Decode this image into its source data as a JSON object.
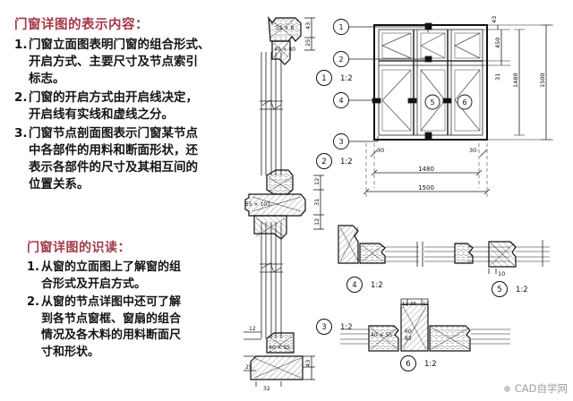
{
  "page": {
    "background": "#ffffff",
    "heading_color": "#a23a4a",
    "ink_color": "#151515",
    "line_color": "#1d1d1d"
  },
  "text_blocks": [
    {
      "id": "block-content",
      "heading": "门窗详图的表示内容：",
      "items": [
        {
          "num": "1.",
          "lines": [
            "门窗立面图表明门窗的组合形式、",
            "开启方式、主要尺寸及节点索引",
            "标志。"
          ]
        },
        {
          "num": "2.",
          "lines": [
            "门窗的开启方式由开启线决定，",
            "开启线有实线和虚线之分。"
          ]
        },
        {
          "num": "3.",
          "lines": [
            "门窗节点剖面图表示门窗某节点",
            "中各部件的用料和断面形状，还",
            "表示各部件的尺寸及其相互间的",
            "位置关系。"
          ]
        }
      ]
    },
    {
      "id": "block-reading",
      "heading": "门窗详图的识读：",
      "items": [
        {
          "num": "1.",
          "lines": [
            "从窗的立面图上了解窗的组",
            "合形式及开启方式。"
          ]
        },
        {
          "num": "2.",
          "lines": [
            "从窗的节点详图中还可了解",
            "到各节点窗框、窗扇的组合",
            "情况及各木料的用料断面尺",
            "寸和形状。"
          ]
        }
      ]
    }
  ],
  "elevation": {
    "title": "window-elevation",
    "vertical_dims": [
      "43",
      "450",
      "31",
      "1480",
      "1500"
    ],
    "horizontal_dims": [
      "30",
      "1480",
      "30",
      "1500"
    ],
    "markers": [
      "1",
      "2",
      "4",
      "3",
      "5",
      "6"
    ]
  },
  "details": [
    {
      "id": "detail-1",
      "marker": "1",
      "scale": "1:2",
      "labels": [
        "55 × 8",
        "40 × 40"
      ],
      "dims": [
        "43",
        "25"
      ]
    },
    {
      "id": "detail-2",
      "marker": "2",
      "scale": "1:2",
      "labels": [
        "55 × 103"
      ],
      "dims": [
        "12",
        "31",
        "12"
      ]
    },
    {
      "id": "detail-3",
      "marker": "3",
      "scale": "1:2",
      "labels": [
        "40 × 55"
      ],
      "dims": [
        "12",
        "25",
        "43",
        "32"
      ]
    },
    {
      "id": "detail-4",
      "marker": "4",
      "scale": "1:2",
      "labels": [],
      "dims": []
    },
    {
      "id": "detail-5",
      "marker": "5",
      "scale": "1:2",
      "labels": [],
      "dims": [
        "10"
      ]
    },
    {
      "id": "detail-6",
      "marker": "6",
      "scale": "1:2",
      "labels": [
        "40 × 55",
        "60",
        "83"
      ],
      "dims": [
        "12",
        "36",
        "12"
      ]
    }
  ],
  "watermark": {
    "label": "CAD自学网",
    "icon": "wechat-icon"
  }
}
